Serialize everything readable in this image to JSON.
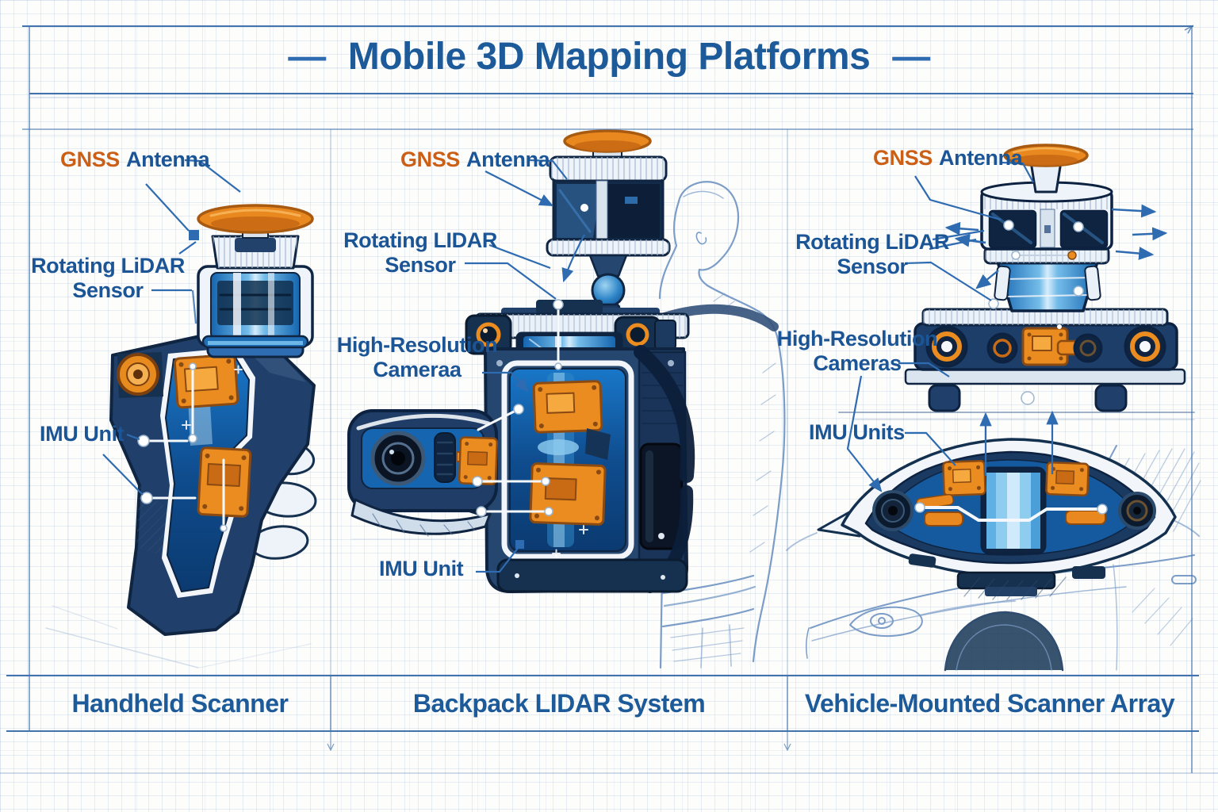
{
  "title": {
    "text": "Mobile 3D Mapping Platforms",
    "dash_left": "—",
    "dash_right": "—"
  },
  "colors": {
    "label_blue": "#1b5596",
    "accent_orange": "#cc5f16",
    "leader_line_blue": "#2e6bb0",
    "frame_blue": "#4273ad",
    "device_orange": "#e8881f",
    "device_blue": "#1565b0",
    "title_blue": "#1d5a99"
  },
  "panels": {
    "handheld": {
      "caption": "Handheld Scanner",
      "labels": {
        "gnss_accent": "GNSS",
        "gnss_rest": "Antenna",
        "lidar": "Rotating LiDAR Sensor",
        "imu": "IMU Unit"
      }
    },
    "backpack": {
      "caption": "Backpack LIDAR System",
      "labels": {
        "gnss_accent": "GNSS",
        "gnss_rest": "Antenna",
        "lidar": "Rotating LIDAR Sensor",
        "camera": "High-Resolution Cameraa",
        "imu": "IMU Unit"
      }
    },
    "vehicle": {
      "caption": "Vehicle-Mounted Scanner Array",
      "labels": {
        "gnss_accent": "GNSS",
        "gnss_rest": "Antenna",
        "lidar": "Rotating LiDAR Sensor",
        "camera": "High-Resolution Cameras",
        "imu": "IMU Units"
      }
    }
  }
}
